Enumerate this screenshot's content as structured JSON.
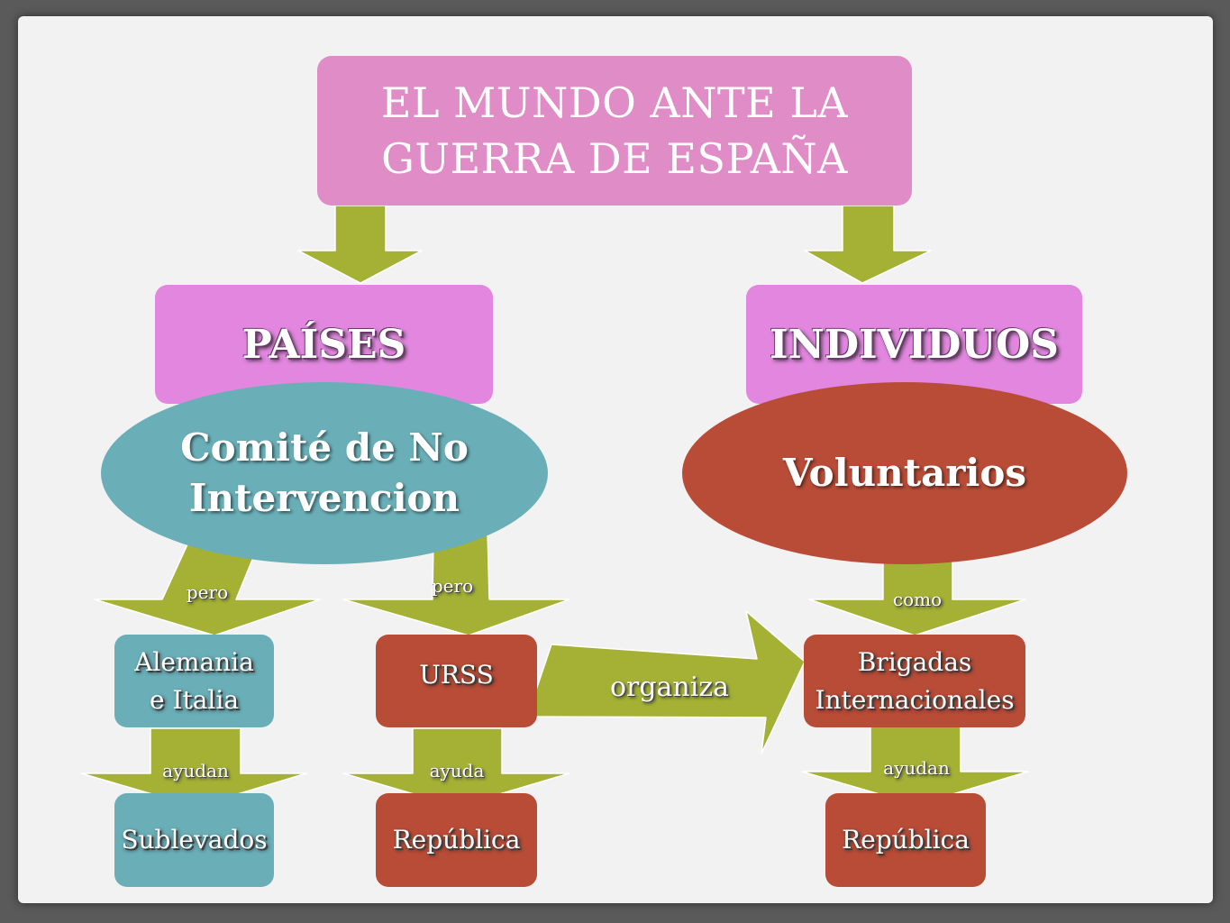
{
  "title": "EL MUNDO ANTE LA GUERRA DE ESPAÑA",
  "categories": {
    "paises": "PAÍSES",
    "individuos": "INDIVIDUOS"
  },
  "ellipses": {
    "comite": "Comité de No Intervencion",
    "voluntarios": "Voluntarios"
  },
  "nodes": {
    "alemania_italia": "Alemania e Italia",
    "urss": "URSS",
    "brigadas": "Brigadas Internacionales",
    "sublevados": "Sublevados",
    "republica_1": "República",
    "republica_2": "República"
  },
  "arrow_labels": {
    "pero_1": "pero",
    "pero_2": "pero",
    "como": "como",
    "organiza": "organiza",
    "ayudan_1": "ayudan",
    "ayuda": "ayuda",
    "ayudan_2": "ayudan"
  },
  "colors": {
    "title_bg": "#e08cc6",
    "category_bg": "#e286e0",
    "teal": "#6aafb8",
    "red": "#b84c37",
    "arrow": "#a4b134"
  }
}
